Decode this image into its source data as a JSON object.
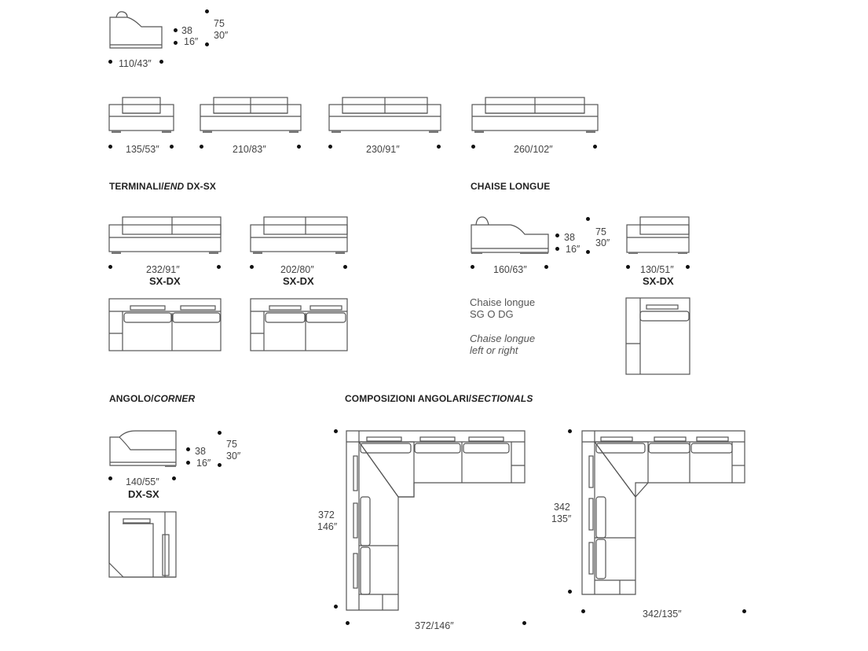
{
  "sections": {
    "terminali": {
      "main": "TERMINALI/",
      "italic": "END",
      "suffix": " DX-SX"
    },
    "chaise": {
      "main": "CHAISE LONGUE"
    },
    "angolo": {
      "main": "ANGOLO/",
      "italic": "CORNER"
    },
    "composizioni": {
      "main": "COMPOSIZIONI ANGOLARI/",
      "italic": "SECTIONALS"
    }
  },
  "dims": {
    "seat_width": "110/43″",
    "seat_h1": "38",
    "seat_h2": "16″",
    "back_h1": "75",
    "back_h2": "30″",
    "sofa_135": "135/53″",
    "sofa_210": "210/83″",
    "sofa_230": "230/91″",
    "sofa_260": "260/102″",
    "end_232": "232/91″",
    "end_202": "202/80″",
    "chaise_160": "160/63″",
    "chaise_130": "130/51″",
    "corner_140": "140/55″",
    "sect_372_v1": "372",
    "sect_372_v2": "146″",
    "sect_372_h": "372/146″",
    "sect_342_v1": "342",
    "sect_342_v2": "135″",
    "sect_342_h": "342/135″"
  },
  "codes": {
    "end_1": "SX-DX",
    "end_2": "SX-DX",
    "chaise": "SX-DX",
    "corner": "DX-SX"
  },
  "chaise_note": {
    "it_1": "Chaise longue",
    "it_2": "SG O DG",
    "en_1": "Chaise longue",
    "en_2": "left or right"
  }
}
